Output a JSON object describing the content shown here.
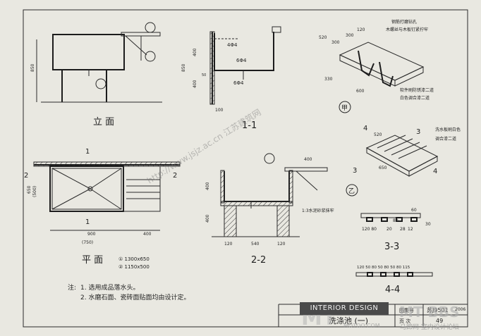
{
  "views": {
    "elevation_label": "立 面",
    "plan_label": "平 面",
    "section_1_1": "1-1",
    "section_2_2": "2-2",
    "section_3_3": "3-3",
    "section_4_4": "4-4"
  },
  "plan_sizes": {
    "size_1": "① 1300x650",
    "size_2": "② 1150x500"
  },
  "dimensions": {
    "elev_850": "850",
    "s11_400a": "400",
    "s11_850": "850",
    "s11_400b": "400",
    "s11_100": "100",
    "s11_4phi4": "4Φ4",
    "s11_6phi4a": "6Φ4",
    "s11_6phi4b": "6Φ4",
    "s11_50": "50",
    "plan_650": "650",
    "plan_500": "(500)",
    "plan_900": "900",
    "plan_750": "(750)",
    "plan_400": "400",
    "s22_400a": "400",
    "s22_400b": "400",
    "s22_120a": "120",
    "s22_540": "540",
    "s22_120b": "120",
    "s22_400top": "400",
    "jia_520": "520",
    "jia_300a": "300",
    "jia_300b": "300",
    "jia_120": "120",
    "jia_330": "330",
    "jia_600": "600",
    "yi_520": "520",
    "yi_650": "650",
    "s33_120a": "120 80",
    "s33_20": "20",
    "s33_28": "28",
    "s33_12": "12",
    "s33_60": "60",
    "s33_80": "80",
    "s33_30": "30",
    "s44_row": "120 50 80 50 80 50 80 115"
  },
  "callouts": {
    "jia_note1": "钢筋打磨钻孔",
    "jia_note2": "木螺丝与木板钉紧拧牢",
    "jia_note3": "软件刷防锈漆二道",
    "jia_note4": "白色调合漆二道",
    "yi_note1": "洗水板刷白色",
    "yi_note2": "调合漆二道",
    "mortar_note": "1:3水泥砂浆抹牢",
    "mark_jia": "甲",
    "mark_yi": "乙",
    "mark_1": "1",
    "mark_2": "2",
    "mark_3": "3",
    "mark_4": "4"
  },
  "notes": {
    "heading": "注:",
    "item1": "1. 选用成品落水头。",
    "item2": "2. 水磨石面、瓷砖面贴面均由设计定。"
  },
  "title_block": {
    "drawing_title": "洗涤池 (一)",
    "atlas_label": "图集号",
    "atlas_value": "苏J9501",
    "page_label": "页 次",
    "page_value": "49",
    "year": "2006"
  },
  "overlays": {
    "banner": "INTERIOR DESIGN",
    "watermark_url": "http://www.jsjz.ac.cn  江苏建筑网",
    "logo_left": "MT",
    "logo_right": "MT BBS",
    "logo_sub": "马蹄网  室内设计论坛",
    "logo_small": "MOTOO.COM"
  }
}
